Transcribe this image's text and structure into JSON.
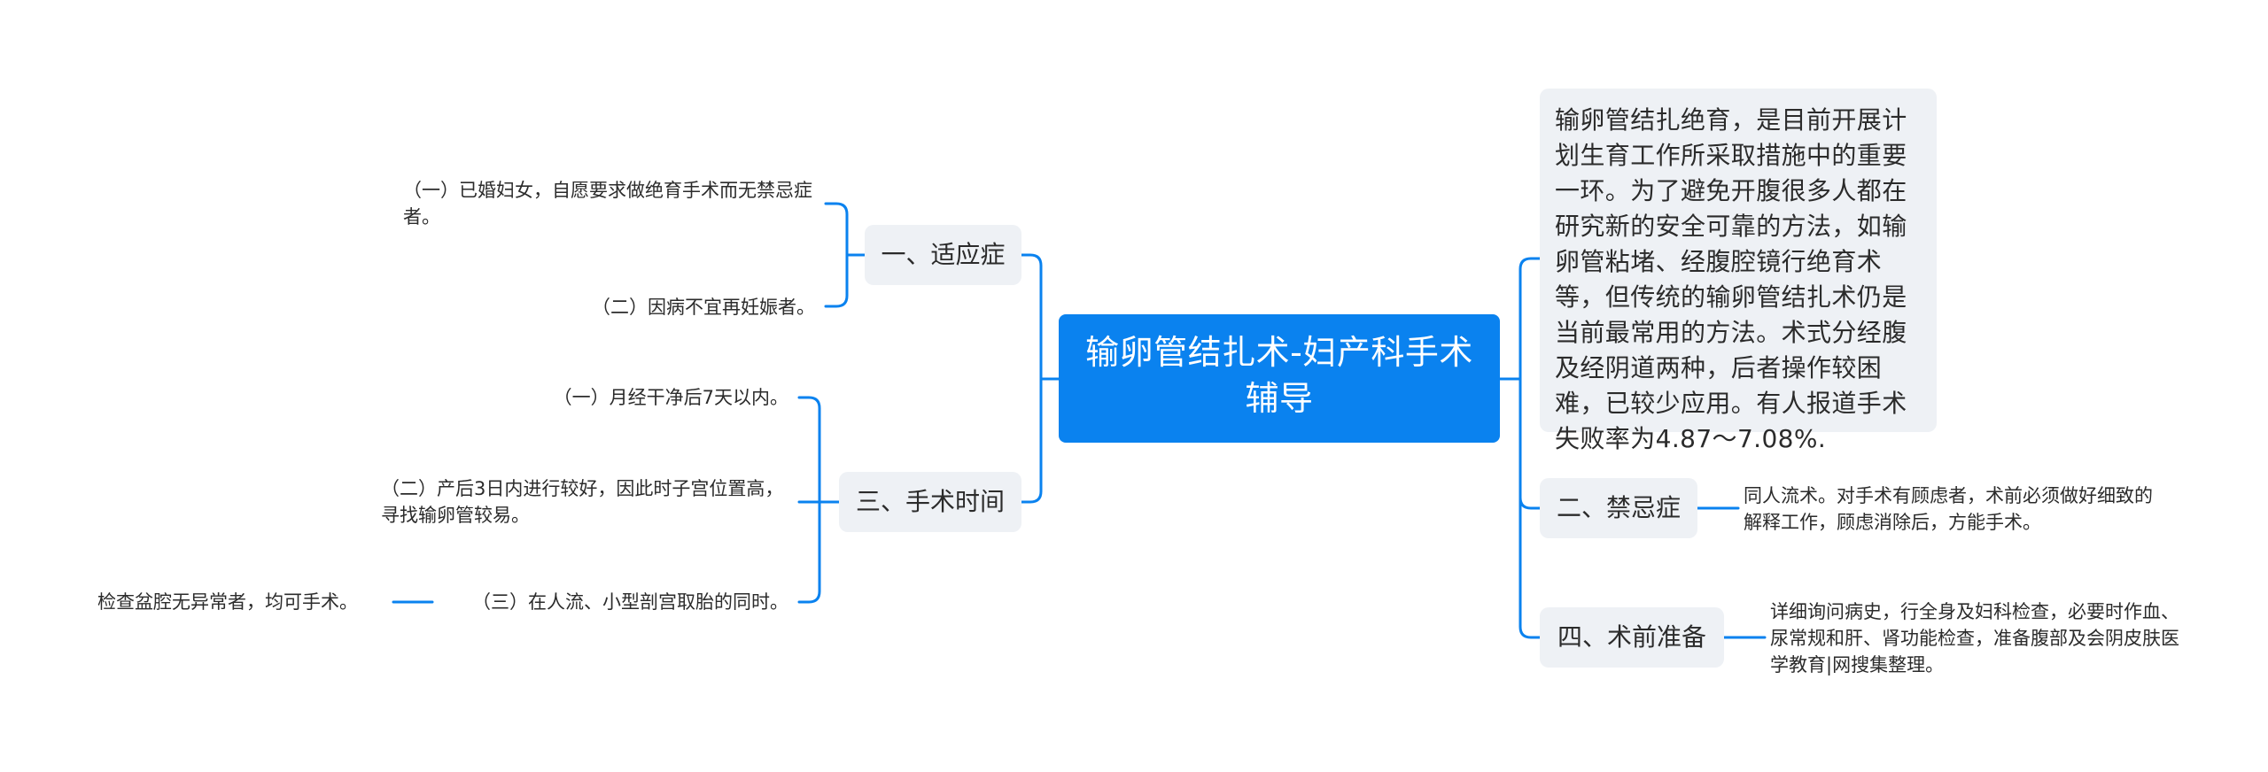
{
  "central": {
    "title": "输卵管结扎术-妇产科手术辅导"
  },
  "summary": {
    "text": "输卵管结扎绝育，是目前开展计划生育工作所采取措施中的重要一环。为了避免开腹很多人都在研究新的安全可靠的方法，如输卵管粘堵、经腹腔镜行绝育术等，但传统的输卵管结扎术仍是当前最常用的方法。术式分经腹及经阴道两种，后者操作较困难，已较少应用。有人报道手术失败率为4.87～7.08%."
  },
  "branches": {
    "indications": {
      "label": "一、适应症",
      "items": [
        "（一）已婚妇女，自愿要求做绝育手术而无禁忌症者。",
        "（二）因病不宜再妊娠者。"
      ]
    },
    "timing": {
      "label": "三、手术时间",
      "items": [
        "（一）月经干净后7天以内。",
        "（二）产后3日内进行较好，因此时子宫位置高，寻找输卵管较易。",
        "（三）在人流、小型剖宫取胎的同时。"
      ],
      "sub_item": "检查盆腔无异常者，均可手术。"
    },
    "contraindications": {
      "label": "二、禁忌症",
      "detail": "同人流术。对手术有顾虑者，术前必须做好细致的解释工作，顾虑消除后，方能手术。"
    },
    "preparation": {
      "label": "四、术前准备",
      "detail": "详细询问病史，行全身及妇科检查，必要时作血、尿常规和肝、肾功能检查，准备腹部及会阴皮肤医学教育|网搜集整理。"
    }
  },
  "colors": {
    "accent": "#0a82ef",
    "node_bg": "#eef1f5",
    "text": "#2b2b2b"
  }
}
